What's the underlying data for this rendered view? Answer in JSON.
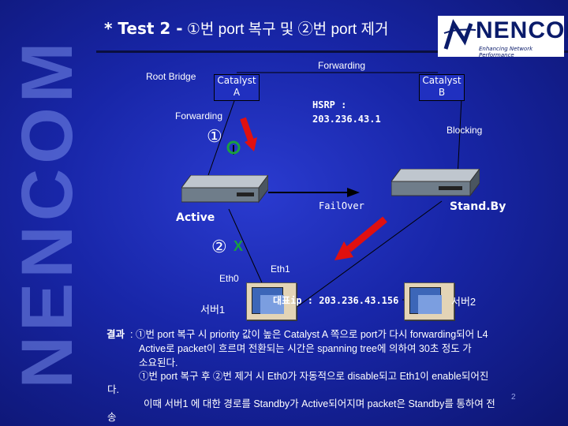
{
  "title": {
    "prefix": "* Test 2 -",
    "text": "①번 port 복구 및 ②번 port 제거"
  },
  "logo": {
    "name": "NENCOM",
    "tagline": "Enhancing Network Performance"
  },
  "sidebar": {
    "brand": "NENCOM"
  },
  "diagram": {
    "forwarding_top": "Forwarding",
    "root_bridge": "Root Bridge",
    "catalyst_a": "Catalyst\nA",
    "catalyst_b": "Catalyst\nB",
    "hsrp": "HSRP :\n203.236.43.1",
    "forwarding_left": "Forwarding",
    "blocking": "Blocking",
    "circle_1": "①",
    "circle_2": "②",
    "x_mark": "X",
    "failover": "FailOver",
    "active": "Active",
    "standby": "Stand.By",
    "eth0": "Eth0",
    "eth1": "Eth1",
    "server1": "서버1",
    "server2": "서버2",
    "vip": "대표ip : 203.236.43.156"
  },
  "result": {
    "label": "결과",
    "lines": [
      ": ①번 port 복구 시 priority 값이 높은 Catalyst A 쪽으로 port가 다시 forwarding되어 L4",
      "Active로 packet이 흐르며 전환되는 시간은 spanning tree에 의하여 30초 정도 가",
      "소요된다.",
      "①번 port 복구 후 ②번 제거 시 Eth0가 자동적으로 disable되고 Eth1이 enable되어진",
      "다.",
      "이때 서버1 에 대한 경로를 Standby가 Active되어지며 packet은 Standby를 통하여 전",
      "송"
    ],
    "page": "2"
  },
  "colors": {
    "background": "#1826a8",
    "arrow": "#e01010",
    "port_green": "#1aa040"
  }
}
